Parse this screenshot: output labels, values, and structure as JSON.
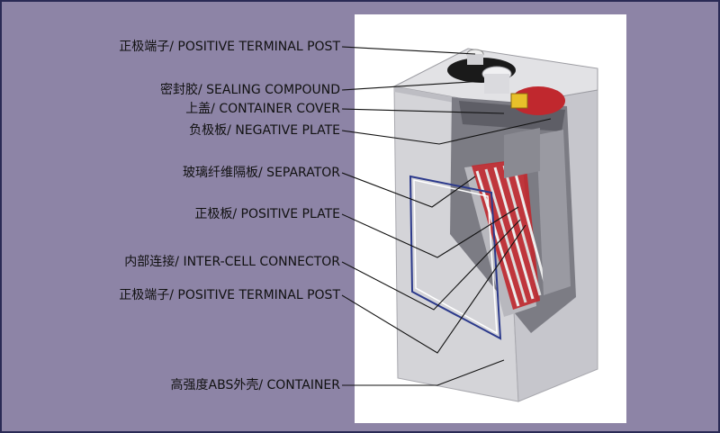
{
  "labels": [
    {
      "id": "positive-terminal-post-top",
      "text": "正极端子/ POSITIVE TERMINAL POST"
    },
    {
      "id": "sealing-compound",
      "text": "密封胶/ SEALING COMPOUND"
    },
    {
      "id": "container-cover",
      "text": "上盖/ CONTAINER COVER"
    },
    {
      "id": "negative-plate",
      "text": "负极板/ NEGATIVE PLATE"
    },
    {
      "id": "separator",
      "text": "玻璃纤维隔板/ SEPARATOR"
    },
    {
      "id": "positive-plate",
      "text": "正极板/ POSITIVE PLATE"
    },
    {
      "id": "inter-cell-connector",
      "text": "内部连接/ INTER-CELL CONNECTOR"
    },
    {
      "id": "positive-terminal-post-bottom",
      "text": "正极端子/ POSITIVE TERMINAL POST"
    },
    {
      "id": "container",
      "text": "高强度ABS外壳/ CONTAINER"
    }
  ],
  "colors": {
    "background": "#8d84a6",
    "frame_border": "#2a2a55",
    "container_gray": "#d9d9dc",
    "plate_red": "#c0282e",
    "separator_blue": "#2c3a8c",
    "terminal_yellow": "#e8c02a"
  }
}
